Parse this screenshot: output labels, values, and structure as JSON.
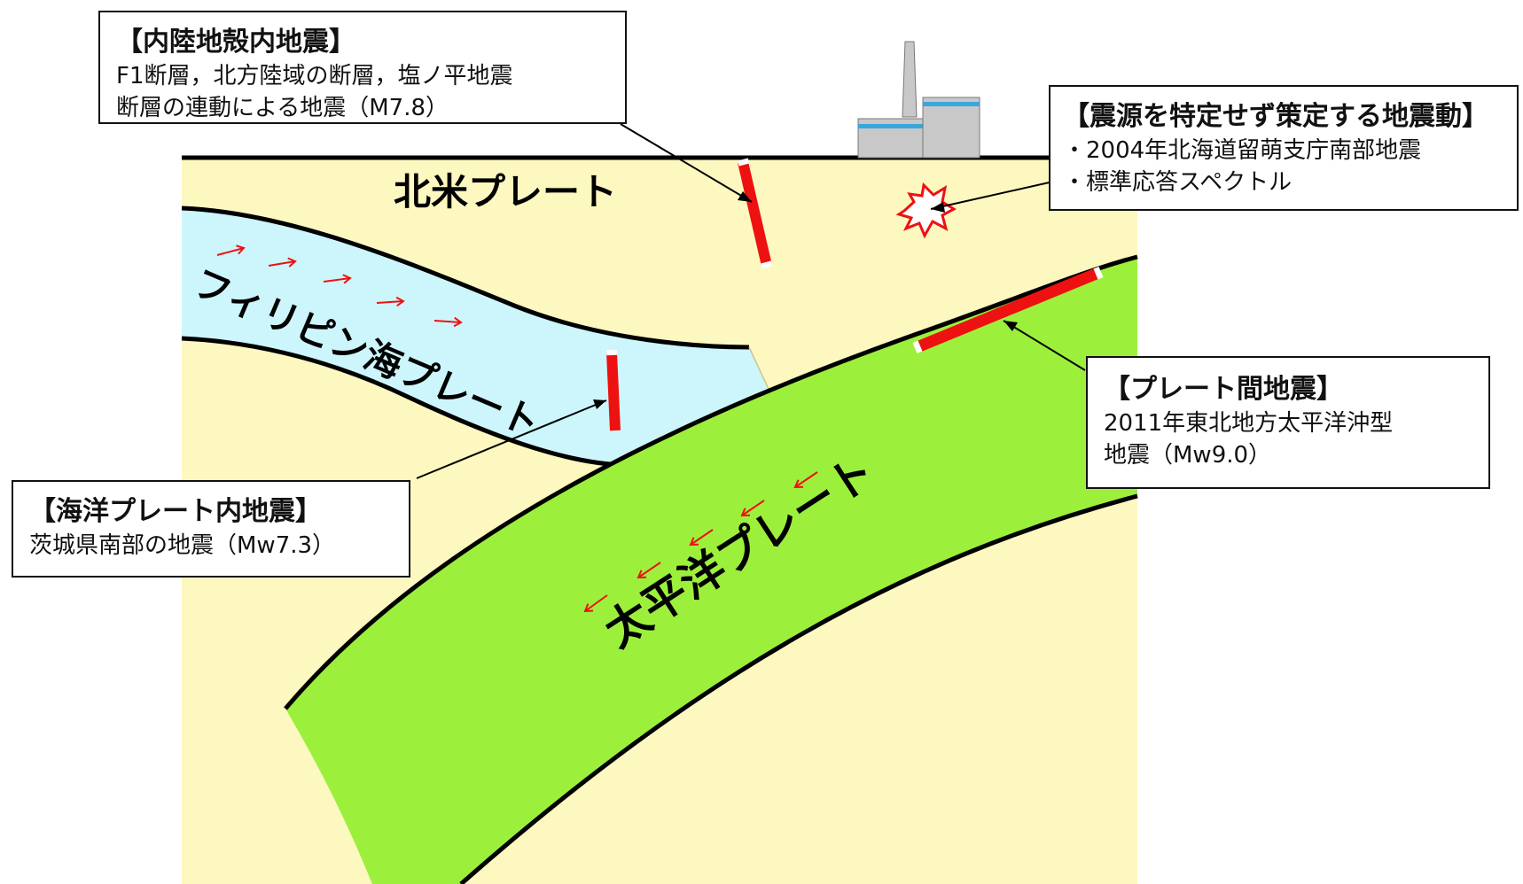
{
  "colors": {
    "crust": "#fcf8c0",
    "philippine_plate": "#ccf6fb",
    "pacific_plate": "#9cf03c",
    "fault": "#ee1111",
    "arrow": "#ee1111",
    "building": "#c8c8c8",
    "building_stripe": "#39a6de"
  },
  "plates": {
    "north_american": "北米プレート",
    "philippine_sea": "フィリピン海プレート",
    "pacific": "太平洋プレート"
  },
  "callouts": {
    "inland_crustal": {
      "title": "【内陸地殻内地震】",
      "lines": [
        "F1断層，北方陸域の断層，塩ノ平地震",
        "断層の連動による地震（M7.8）"
      ]
    },
    "unspecified_source": {
      "title": "【震源を特定せず策定する地震動】",
      "lines": [
        "・2004年北海道留萌支庁南部地震",
        "・標準応答スペクトル"
      ]
    },
    "interplate": {
      "title": "【プレート間地震】",
      "lines": [
        "2011年東北地方太平洋沖型",
        "地震（Mw9.0）"
      ]
    },
    "oceanic_intraplate": {
      "title": "【海洋プレート内地震】",
      "lines": [
        "茨城県南部の地震（Mw7.3）"
      ]
    }
  },
  "icons": {
    "power_plant": "power-plant-icon",
    "hypocenter": "explosion-burst-icon",
    "motion_arrows": "red-arrow-icon"
  }
}
